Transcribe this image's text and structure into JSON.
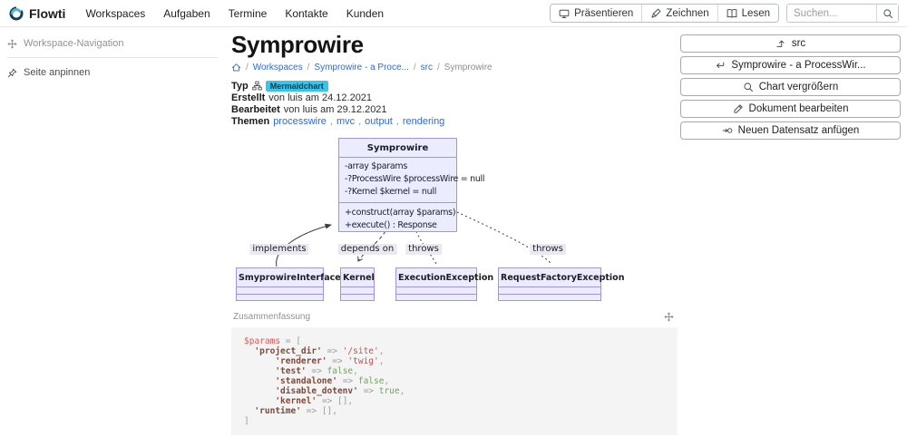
{
  "colors": {
    "accent_blue": "#2f6bd0",
    "badge_bg": "#3cc3e8",
    "badge_text": "#0d3a4c",
    "diagram_fill": "#ececff",
    "diagram_border": "#a493d8",
    "diagram_line": "#3c3c3c",
    "edge_label_bg": "#e9e9f0",
    "code_var": "#cf5a5f",
    "code_key": "#7d4a3c",
    "code_str": "#b85450",
    "code_bool": "#72a25c",
    "code_punct": "#9a9da1"
  },
  "nav": {
    "brand": "Flowti",
    "items": [
      "Workspaces",
      "Aufgaben",
      "Termine",
      "Kontakte",
      "Kunden"
    ],
    "view_buttons": [
      {
        "icon": "monitor-icon",
        "label": "Präsentieren"
      },
      {
        "icon": "pen-icon",
        "label": "Zeichnen"
      },
      {
        "icon": "book-icon",
        "label": "Lesen"
      }
    ],
    "search_placeholder": "Suchen..."
  },
  "sidebar": {
    "workspace_nav_label": "Workspace-Navigation",
    "pin_label": "Seite anpinnen"
  },
  "page": {
    "title": "Symprowire",
    "breadcrumb": [
      "Workspaces",
      "Symprowire - a Proce...",
      "src"
    ],
    "breadcrumb_current": "Symprowire",
    "meta": {
      "typ_label": "Typ",
      "typ_badge": "Mermaidchart",
      "created_label": "Erstellt",
      "created_text": "von luis am 24.12.2021",
      "edited_label": "Bearbeitet",
      "edited_text": "von luis am 29.12.2021",
      "topics_label": "Themen",
      "topics": [
        "processwire",
        "mvc",
        "output",
        "rendering"
      ],
      "topic_separator": ","
    }
  },
  "actions": {
    "buttons": [
      {
        "icon": "turn-up-icon",
        "label": "src"
      },
      {
        "icon": "return-icon",
        "label": "Symprowire - a ProcessWir..."
      },
      {
        "icon": "magnifier-icon",
        "label": "Chart vergrößern"
      },
      {
        "icon": "pencil-icon",
        "label": "Dokument bearbeiten"
      },
      {
        "icon": "append-record-icon",
        "label": "Neuen Datensatz anfügen"
      }
    ]
  },
  "diagram": {
    "main_class": {
      "name": "Symprowire",
      "attributes": [
        "-array $params",
        "-?ProcessWire $processWire = null",
        "-?Kernel $kernel = null"
      ],
      "methods": [
        "+construct(array $params)",
        "+execute() : Response"
      ]
    },
    "related": [
      {
        "name": "SmyprowireInterface",
        "relation": "implements",
        "line_style": "solid"
      },
      {
        "name": "Kernel",
        "relation": "depends on",
        "line_style": "dashed"
      },
      {
        "name": "ExecutionException",
        "relation": "throws",
        "line_style": "dotted"
      },
      {
        "name": "RequestFactoryException",
        "relation": "throws",
        "line_style": "dotted"
      }
    ]
  },
  "summary": {
    "label": "Zusammenfassung",
    "code_lines": [
      [
        [
          "var",
          "$params"
        ],
        [
          "pun",
          " = ["
        ]
      ],
      [
        [
          "pln",
          "  "
        ],
        [
          "key",
          "'project_dir'"
        ],
        [
          "pun",
          " => "
        ],
        [
          "str",
          "'/site'"
        ],
        [
          "pun",
          ","
        ]
      ],
      [
        [
          "pln",
          "      "
        ],
        [
          "key",
          "'renderer'"
        ],
        [
          "pun",
          " => "
        ],
        [
          "str",
          "'twig'"
        ],
        [
          "pun",
          ","
        ]
      ],
      [
        [
          "pln",
          "      "
        ],
        [
          "key",
          "'test'"
        ],
        [
          "pun",
          " => "
        ],
        [
          "bool",
          "false"
        ],
        [
          "pun",
          ","
        ]
      ],
      [
        [
          "pln",
          "      "
        ],
        [
          "key",
          "'standalone'"
        ],
        [
          "pun",
          " => "
        ],
        [
          "bool",
          "false"
        ],
        [
          "pun",
          ","
        ]
      ],
      [
        [
          "pln",
          "      "
        ],
        [
          "key",
          "'disable_dotenv'"
        ],
        [
          "pun",
          " => "
        ],
        [
          "bool",
          "true"
        ],
        [
          "pun",
          ","
        ]
      ],
      [
        [
          "pln",
          "      "
        ],
        [
          "key",
          "'kernel'"
        ],
        [
          "pun",
          " => [],"
        ]
      ],
      [
        [
          "pln",
          "  "
        ],
        [
          "key",
          "'runtime'"
        ],
        [
          "pun",
          " => [],"
        ]
      ],
      [
        [
          "pun",
          "]"
        ]
      ]
    ]
  }
}
